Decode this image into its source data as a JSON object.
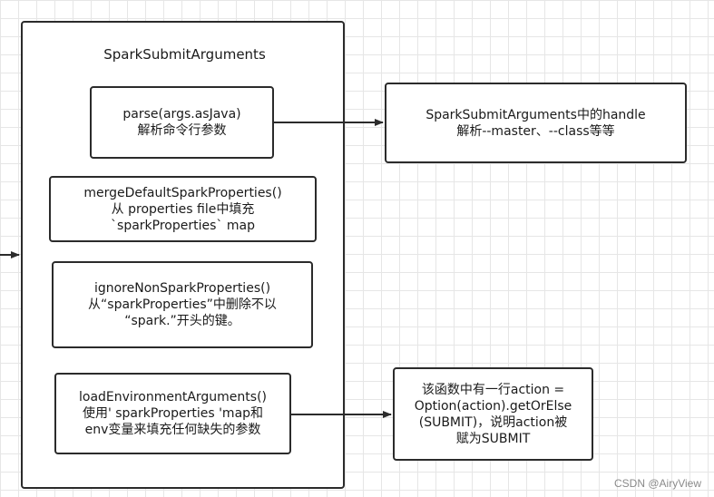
{
  "container": {
    "title": "SparkSubmitArguments"
  },
  "boxes": {
    "parse": {
      "lines": [
        "parse(args.asJava)",
        "解析命令行参数"
      ]
    },
    "handle": {
      "lines": [
        "SparkSubmitArguments中的handle",
        "解析--master、--class等等"
      ]
    },
    "merge": {
      "lines": [
        "mergeDefaultSparkProperties()",
        "从 properties file中填充",
        "`sparkProperties` map"
      ]
    },
    "ignore": {
      "lines": [
        "ignoreNonSparkProperties()",
        "从“sparkProperties”中删除不以",
        "“spark.”开头的键。"
      ]
    },
    "load": {
      "lines": [
        "loadEnvironmentArguments()",
        "使用' sparkProperties 'map和",
        "env变量来填充任何缺失的参数"
      ]
    },
    "action": {
      "lines": [
        "该函数中有一行action =",
        "Option(action).getOrElse",
        "(SUBMIT)，说明action被",
        "赋为SUBMIT"
      ]
    }
  },
  "watermark": "CSDN @AiryView"
}
